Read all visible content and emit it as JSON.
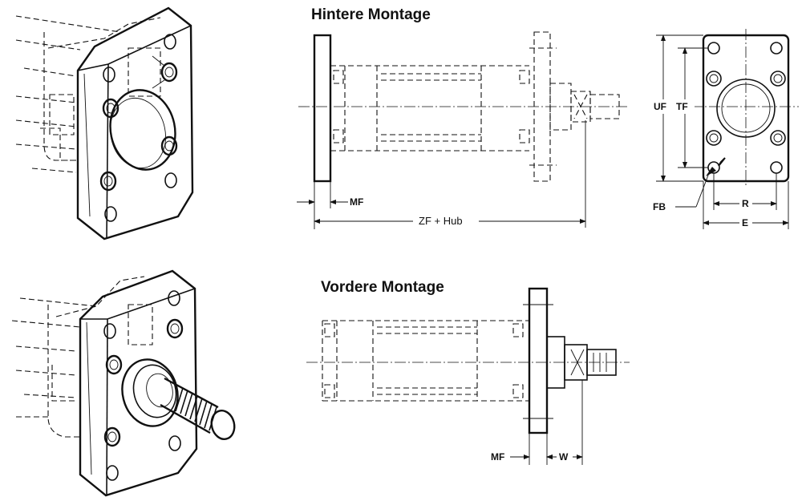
{
  "titles": {
    "rear": "Hintere Montage",
    "front": "Vordere Montage"
  },
  "dimensions": {
    "mf_rear": "MF",
    "zf_hub": "ZF + Hub",
    "uf": "UF",
    "tf": "TF",
    "fb": "FB",
    "r": "R",
    "e": "E",
    "mf_front": "MF",
    "w": "W"
  }
}
